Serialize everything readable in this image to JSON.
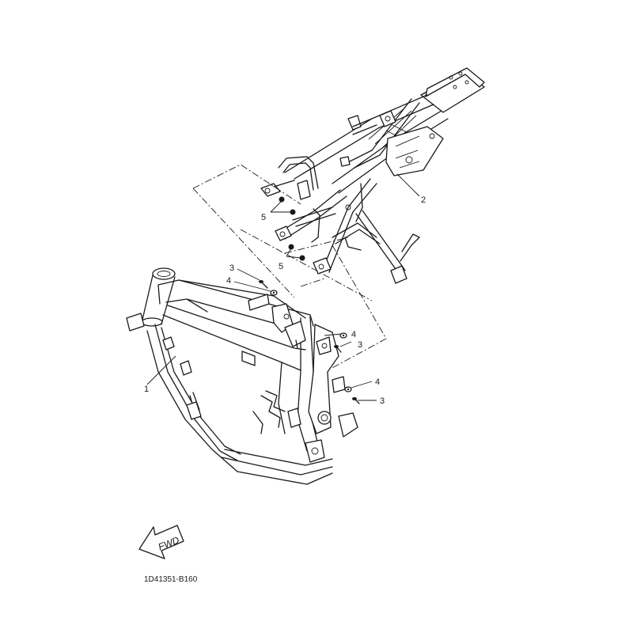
{
  "callouts": {
    "frame": "1",
    "rear_frame": "2",
    "bolt_a": "3",
    "washer_a": "4",
    "washer_b": "4",
    "bolt_b": "3",
    "washer_c": "4",
    "bolt_c": "3",
    "nut_upper": "5",
    "nut_lower": "5"
  },
  "direction_label": "FWD",
  "diagram_code": "1D41351-B160"
}
